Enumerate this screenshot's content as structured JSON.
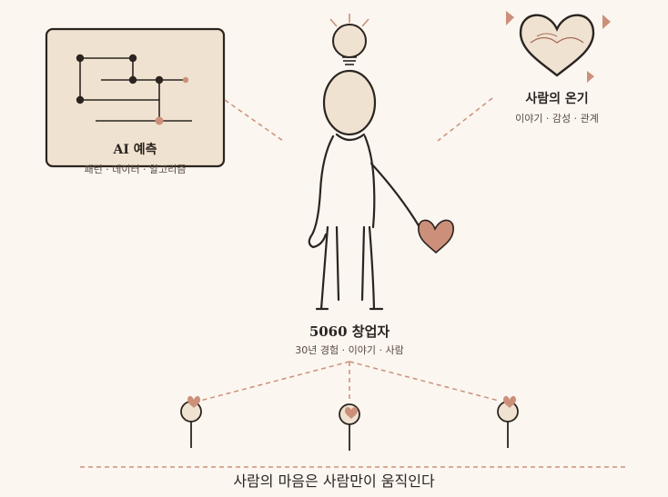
{
  "ai_panel": {
    "title": "AI 예측",
    "subtitle": "패턴 · 데이터 · 알고리즘"
  },
  "human_warmth": {
    "title": "사람의 온기",
    "subtitle": "이야기 · 감성 · 관계"
  },
  "founder": {
    "title": "5060 창업자",
    "subtitle": "30년 경험 · 이야기 · 사람"
  },
  "motto": "사람의 마음은 사람만이 움직인다",
  "colors": {
    "background": "#fbf6f0",
    "card": "#efe2d0",
    "ink": "#2b2420",
    "accent": "#cc907a"
  }
}
